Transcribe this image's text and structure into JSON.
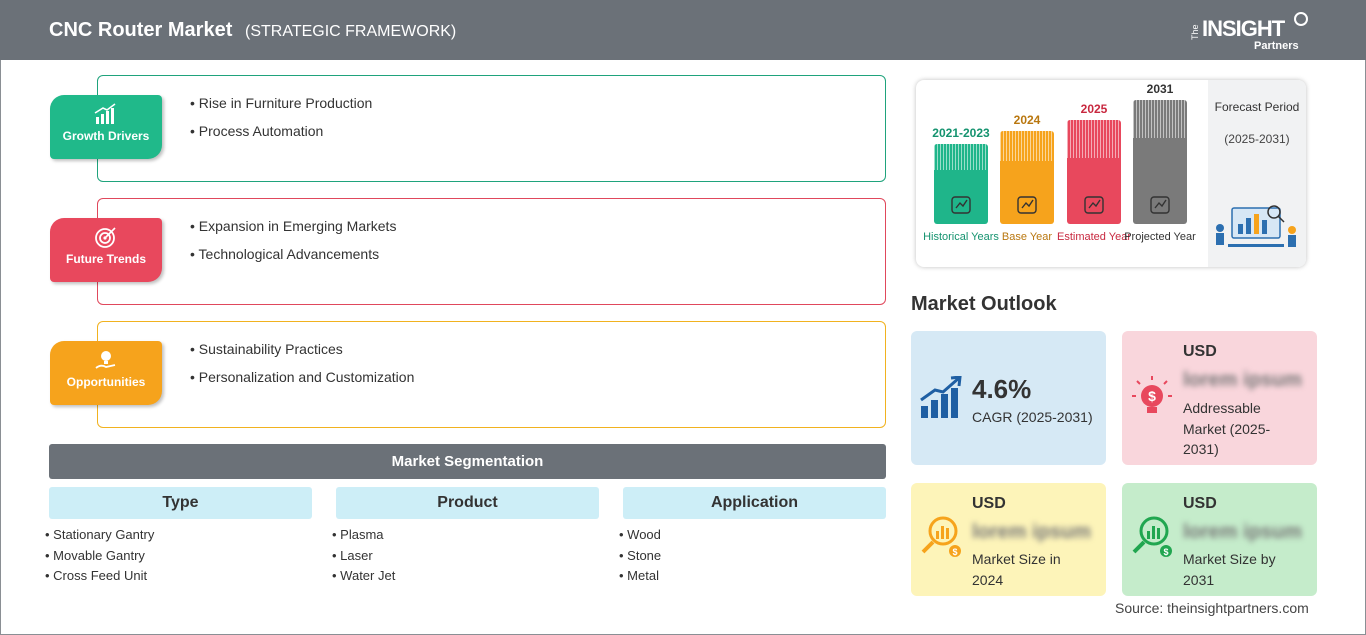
{
  "header": {
    "title": "CNC Router Market",
    "subtitle": "(STRATEGIC FRAMEWORK)",
    "logo": {
      "the": "The",
      "insight": "INSIGHT",
      "partners": "Partners"
    }
  },
  "framework": [
    {
      "label": "Growth Drivers",
      "icon": "growth-chart-icon",
      "color": "#20b98a",
      "items": [
        "Rise in Furniture Production",
        "Process Automation"
      ]
    },
    {
      "label": "Future Trends",
      "icon": "target-icon",
      "color": "#e8485d",
      "items": [
        "Expansion in Emerging Markets",
        "Technological Advancements"
      ]
    },
    {
      "label": "Opportunities",
      "icon": "lightbulb-hand-icon",
      "color": "#f6a31c",
      "items": [
        "Sustainability Practices",
        "Personalization and Customization"
      ]
    }
  ],
  "segmentation": {
    "title": "Market Segmentation",
    "columns": [
      {
        "heading": "Type",
        "items": [
          "Stationary Gantry",
          "Movable Gantry",
          "Cross Feed Unit"
        ]
      },
      {
        "heading": "Product",
        "items": [
          "Plasma",
          "Laser",
          "Water Jet"
        ]
      },
      {
        "heading": "Application",
        "items": [
          "Wood",
          "Stone",
          "Metal"
        ]
      }
    ]
  },
  "timeline": {
    "periods": [
      {
        "year": "2021-2023",
        "label": "Historical Years",
        "color": "#1fb58a",
        "icon": "history-icon"
      },
      {
        "year": "2024",
        "label": "Base Year",
        "color": "#f6a31c",
        "icon": "calendar-icon"
      },
      {
        "year": "2025",
        "label": "Estimated Year",
        "color": "#e8485d",
        "icon": "estimate-icon"
      },
      {
        "year": "2031",
        "label": "Projected Year",
        "color": "#7a7a7a",
        "icon": "projection-icon"
      }
    ],
    "forecast_title": "Forecast Period",
    "forecast_range": "(2025-2031)"
  },
  "outlook": {
    "title": "Market Outlook",
    "cagr": {
      "value": "4.6%",
      "label": "CAGR (2025-2031)",
      "color": "#d6e9f5"
    },
    "addressable": {
      "currency": "USD",
      "value": "lorem ipsum",
      "label": "Addressable Market (2025-2031)",
      "color": "#f9d6dc"
    },
    "size_2024": {
      "currency": "USD",
      "value": "lorem ipsum",
      "label": "Market Size in 2024",
      "color": "#fdf4b9"
    },
    "size_2031": {
      "currency": "USD",
      "value": "lorem ipsum",
      "label": "Market Size by 2031",
      "color": "#c5eccb"
    }
  },
  "source": "Source: theinsightpartners.com"
}
